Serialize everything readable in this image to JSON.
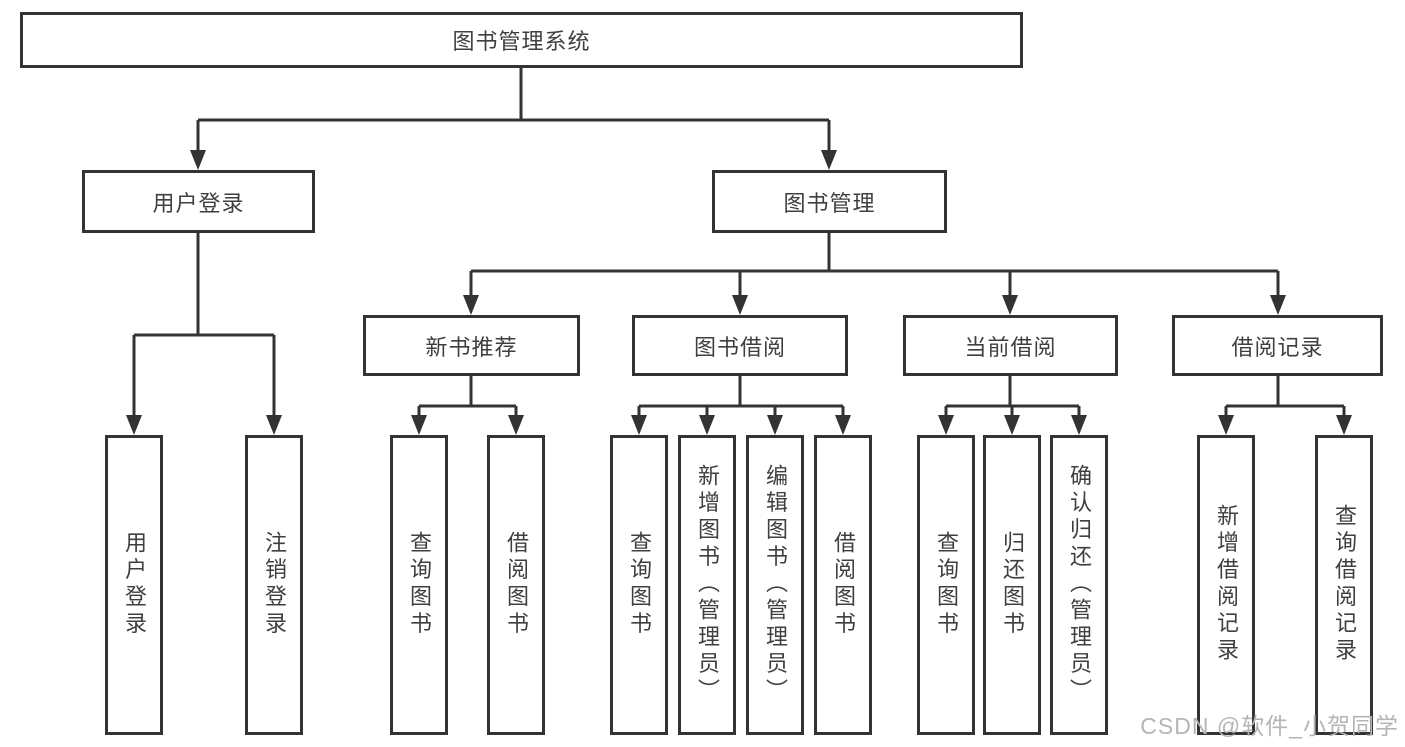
{
  "nodes": {
    "root": "图书管理系统",
    "level2": [
      "用户登录",
      "图书管理"
    ],
    "level3": [
      "新书推荐",
      "图书借阅",
      "当前借阅",
      "借阅记录"
    ]
  },
  "leaves": [
    "用户登录",
    "注销登录",
    "查询图书",
    "借阅图书",
    "查询图书",
    "新增图书（管理员）",
    "编辑图书（管理员）",
    "借阅图书",
    "查询图书",
    "归还图书",
    "确认归还（管理员）",
    "新增借阅记录",
    "查询借阅记录"
  ],
  "watermark": "CSDN @软件_小贺同学",
  "colors": {
    "line": "#333333",
    "text": "#3f3f3f",
    "watermark": "#b5b5b5",
    "background": "#ffffff"
  }
}
